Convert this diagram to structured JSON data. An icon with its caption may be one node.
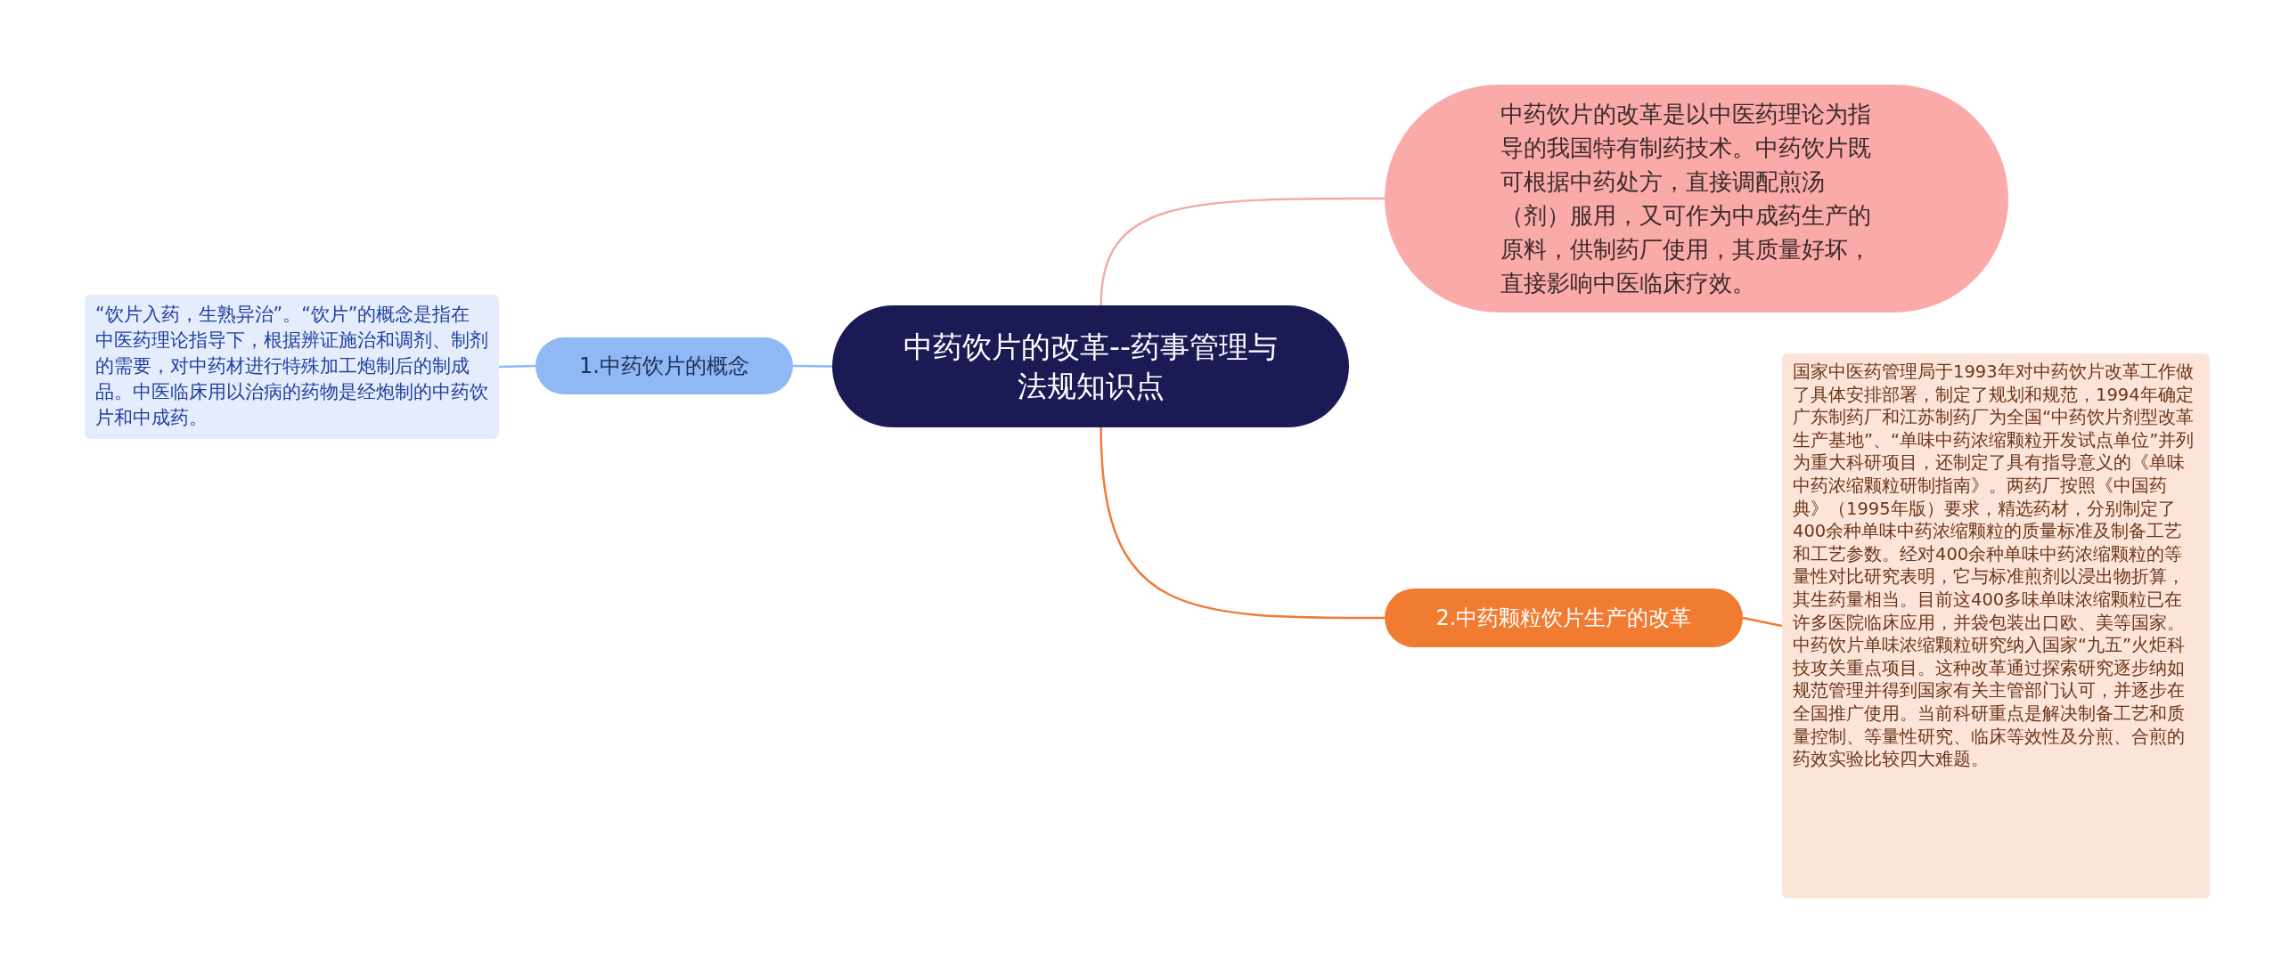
{
  "diagram": {
    "nodes": [
      {
        "text": [
          "中药饮片的改革--药事管理与法规知识点"
        ]
      },
      {
        "text": [
          "中药饮片的改革是以中医药理论为指导的我国特有制药技术。中药饮片既可根据中药处方，直接调配煎汤（剂）服用，又可作为中成药生产的原料，供制药厂使用，其质量好坏，直接影响中医临床疗效。"
        ]
      },
      {
        "text": [
          "1.中药饮片的概念"
        ]
      },
      {
        "text": [
          "“饮片入药，生熟异治”。“饮片”的概念是指在中医药理论指导下，根据辨证施治和调剂、制剂的需要，对中药材进行特殊加工炮制后的制成品。中医临床用以治病的药物是经炮制的中药饮片和中成药。"
        ]
      },
      {
        "text": [
          "2.中药颗粒饮片生产的改革"
        ]
      },
      {
        "text": [
          "国家中医药管理局于1993年对中药饮片改革工作做了具体安排部署，制定了规划和规范，1994年确定广东制药厂和江苏制药厂为全国“中药饮片剂型改革生产基地”、“单味中药浓缩颗粒开发试点单位”并列为重大科研项目，还制定了具有指导意义的《单味中药浓缩颗粒研制指南》。两药厂按照《中国药典》（1995年版）要求，精选药材，分别制定了400余种单味中药浓缩颗粒的质量标准及制备工艺和工艺参数。经对400余种单味中药浓缩颗粒的等量性对比研究表明，它与标准煎剂以浸出物折算，其生药量相当。目前这400多味单味浓缩颗粒已在许多医院临床应用，并袋包装出口欧、美等国家。中药饮片单味浓缩颗粒研究纳入国家“九五”火炬科技攻关重点项目。这种改革通过探索研究逐步纳如规范管理并得到国家有关主管部门认可，并逐步在全国推广使用。当前科研重点是解决制备工艺和质量控制、等量性研究、临床等效性及分煎、合煎的药效实验比较四大难题。"
        ]
      }
    ],
    "edges": [
      {
        "from": 0,
        "to": 1,
        "arrow": "none",
        "color": "#f4a9a8"
      },
      {
        "from": 0,
        "to": 2,
        "arrow": "none",
        "color": "#8fb8f5"
      },
      {
        "from": 2,
        "to": 3,
        "arrow": "none",
        "color": "#8fb8f5"
      },
      {
        "from": 0,
        "to": 4,
        "arrow": "none",
        "color": "#f07b35"
      },
      {
        "from": 4,
        "to": 5,
        "arrow": "none",
        "color": "#f07b35"
      }
    ]
  }
}
